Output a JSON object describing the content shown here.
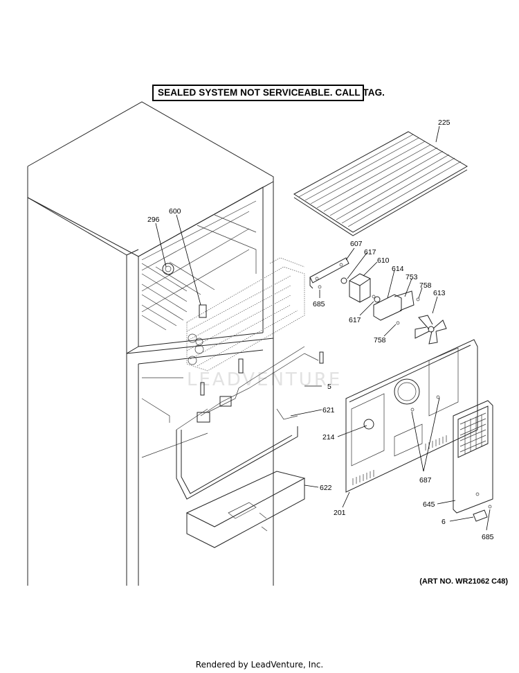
{
  "notice": "SEALED SYSTEM NOT SERVICEABLE. CALL TAG.",
  "art_number": "(ART NO. WR21062 C48)",
  "credit": "Rendered by LeadVenture, Inc.",
  "watermark": "LEADVENTURE",
  "callouts": {
    "c225": "225",
    "c296": "296",
    "c600": "600",
    "c607": "607",
    "c617a": "617",
    "c610": "610",
    "c614": "614",
    "c753": "753",
    "c758a": "758",
    "c613": "613",
    "c685a": "685",
    "c617b": "617",
    "c758b": "758",
    "c5": "5",
    "c621": "621",
    "c214": "214",
    "c687": "687",
    "c622": "622",
    "c645": "645",
    "c201": "201",
    "c6": "6",
    "c685b": "685"
  }
}
